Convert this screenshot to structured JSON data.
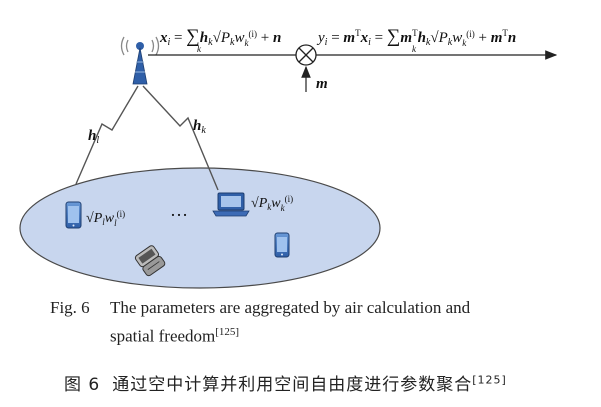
{
  "diagram": {
    "transmit_signal": "x_i = Σ_k h_k √P_k w_k^(i) + n",
    "received_signal": "y_i = m^T x_i = Σ_k m^T h_k √P_k w_k^(i) + m^T n",
    "combiner_vector": "m",
    "channel_1": "h_l",
    "channel_2": "h_k",
    "device_1_signal": "√P_l w_l^(i)",
    "device_2_signal": "√P_k w_k^(i)",
    "ellipsis": "…"
  },
  "caption": {
    "en_number": "Fig. 6",
    "en_text_1": "The parameters are aggregated by air calculation and",
    "en_text_2": "spatial freedom",
    "en_ref": "[125]",
    "cn_number": "图 6",
    "cn_text": "通过空中计算并利用空间自由度进行参数聚合",
    "cn_ref": "[125]"
  },
  "colors": {
    "ellipse_fill": "#c8d6ee",
    "ellipse_stroke": "#4a4a4a",
    "device_blue": "#2f5fa8"
  }
}
